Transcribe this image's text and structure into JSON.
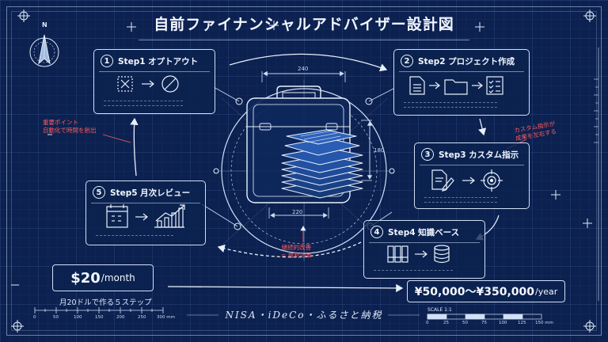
{
  "title": "自前ファイナンシャルアドバイザー設計図",
  "compass": {
    "north_label": "N",
    "icon": "compass-icon"
  },
  "steps": [
    {
      "num": "1",
      "label": "Step1  オプトアウト",
      "icons": [
        "cross-box-icon",
        "arrow-right-icon",
        "prohibit-icon"
      ]
    },
    {
      "num": "2",
      "label": "Step2  プロジェクト作成",
      "icons": [
        "document-icon",
        "arrow-right-icon",
        "folder-icon",
        "arrow-right-icon",
        "checklist-icon"
      ]
    },
    {
      "num": "3",
      "label": "Step3  カスタム指示",
      "icons": [
        "document-pen-icon",
        "arrow-right-icon",
        "target-icon"
      ]
    },
    {
      "num": "4",
      "label": "Step4  知識ベース",
      "icons": [
        "binders-icon",
        "arrow-right-icon",
        "database-icon"
      ]
    },
    {
      "num": "5",
      "label": "Step5  月次レビュー",
      "icons": [
        "calendar-icon",
        "arrow-right-icon",
        "growth-chart-icon"
      ]
    }
  ],
  "annotations": {
    "left": [
      "重要ポイント",
      "自動化で時間を創出"
    ],
    "right": [
      "カスタム指示が",
      "成果を左右する"
    ],
    "bottom": [
      "継続的改善",
      "= 複利効果"
    ]
  },
  "dimensions": {
    "top": "240",
    "right": "180",
    "bottom": "220"
  },
  "cost": {
    "amount": "$20",
    "unit": "/month",
    "caption": "月20ドルで作る５ステップ"
  },
  "value": {
    "amount": "¥50,000〜¥350,000",
    "unit": "/year"
  },
  "footer": "NISA・iDeCo・ふるさと納税",
  "ruler_left": {
    "ticks": [
      "0",
      "50",
      "100",
      "150",
      "200",
      "250",
      "300 mm"
    ]
  },
  "scale_right": {
    "label": "SCALE 1:1",
    "ticks": [
      "0",
      "25",
      "50",
      "75",
      "100",
      "125",
      "150 mm"
    ]
  },
  "colors": {
    "background": "#0c2150",
    "line": "#cfe0f7",
    "accent_red": "#ff5a5a"
  }
}
